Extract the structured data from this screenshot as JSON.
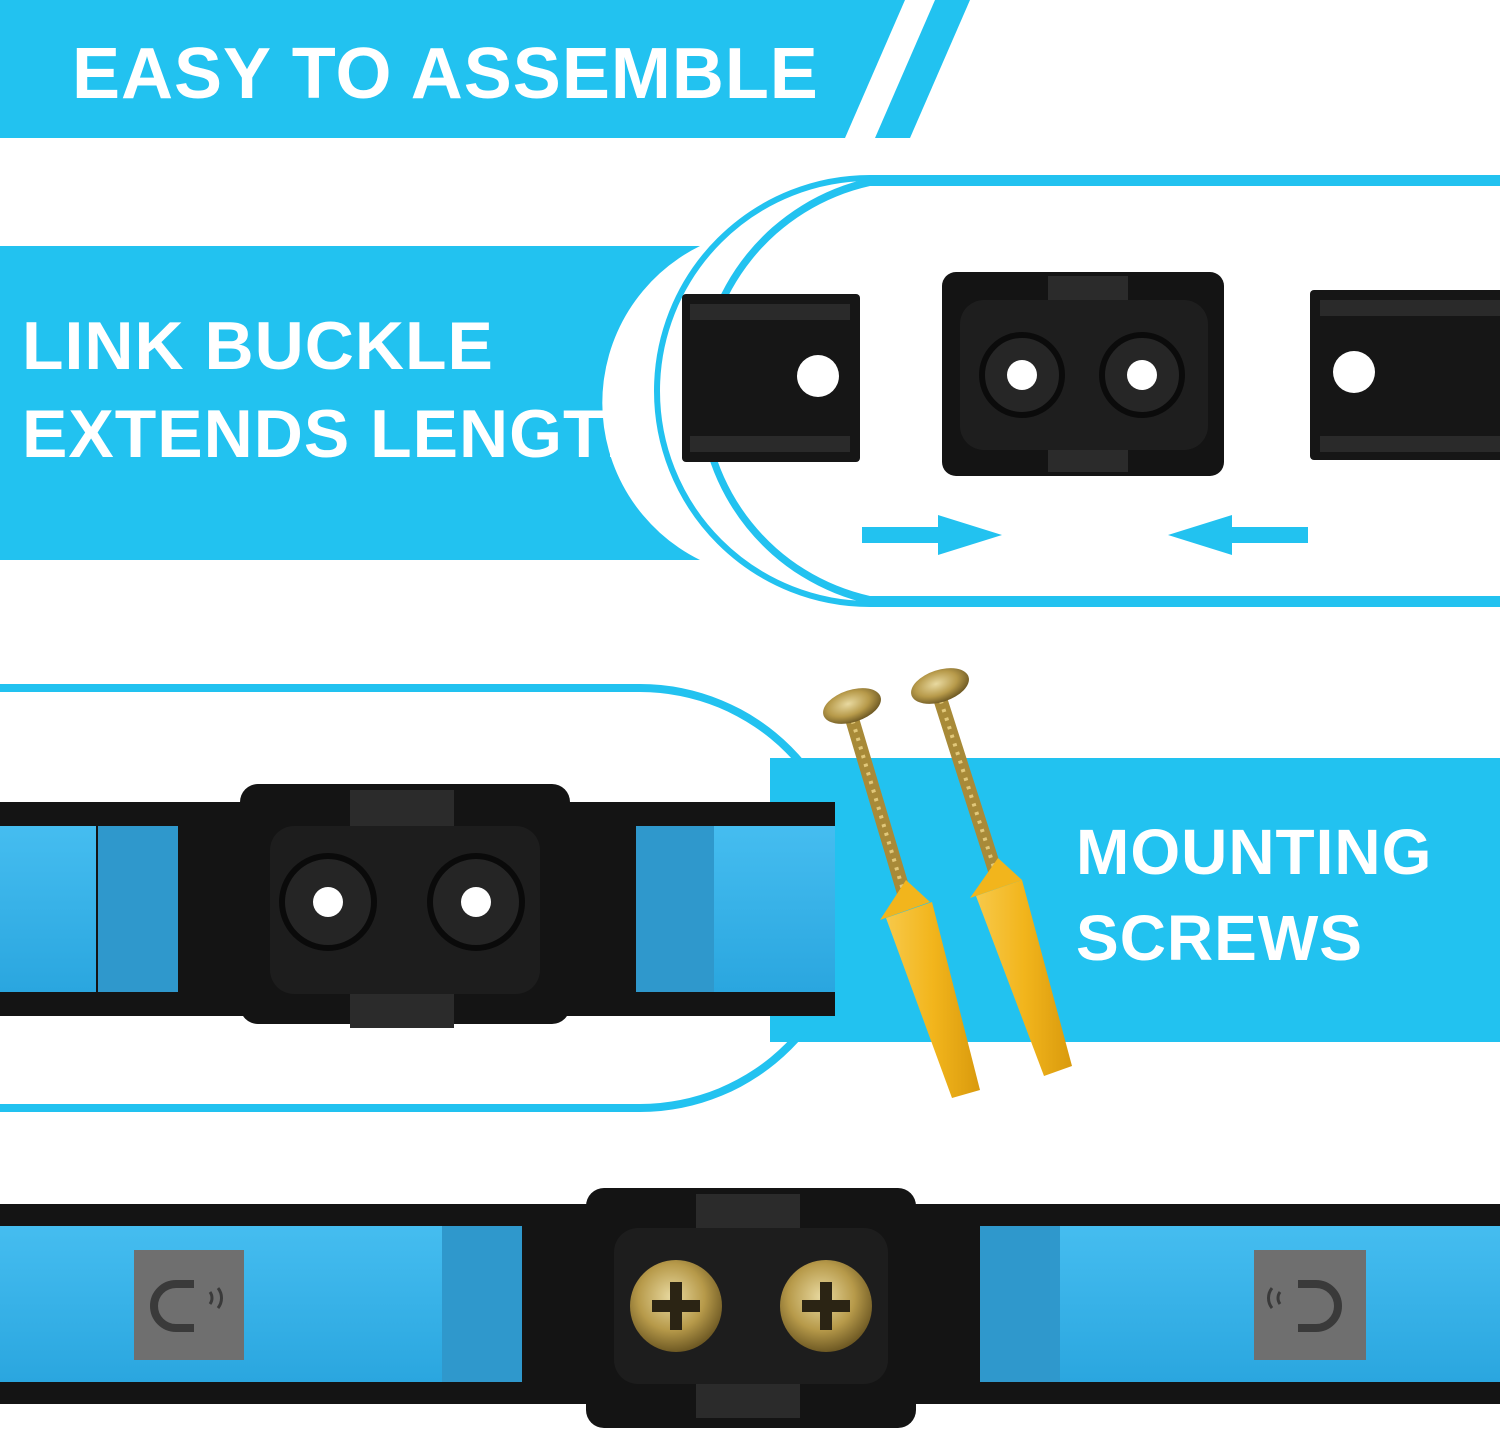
{
  "banner": {
    "title": "EASY TO ASSEMBLE"
  },
  "link_section": {
    "line1": "LINK BUCKLE",
    "line2": "EXTENDS LENGTH"
  },
  "mount_section": {
    "line1": "MOUNTING",
    "line2": "SCREWS"
  },
  "colors": {
    "accent": "#22c2f0",
    "rail": "#1b1b1b",
    "rail_blue": "#3ab1e6",
    "plug": "#f2b51c",
    "screw": "#b79a4a"
  },
  "icons": [
    "arrow-right-icon",
    "arrow-left-icon",
    "magnet-icon",
    "phillips-screw-icon",
    "wall-plug-icon"
  ]
}
